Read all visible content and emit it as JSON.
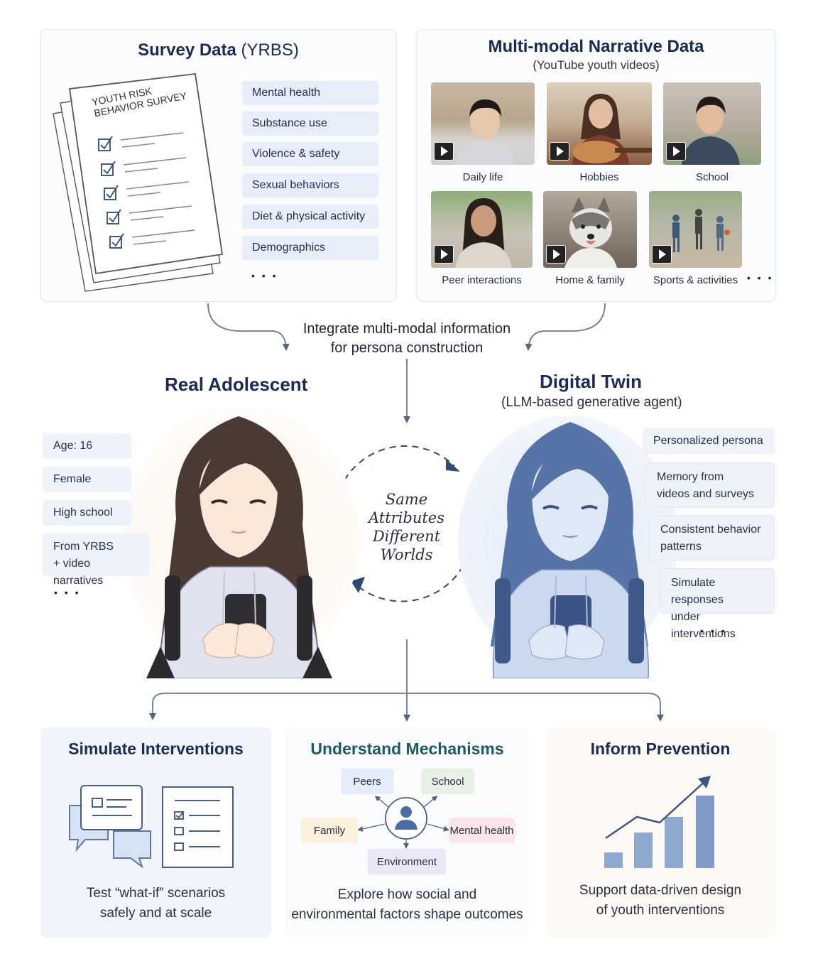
{
  "survey": {
    "title": "Survey Data",
    "title_suffix": "(YRBS)",
    "paper_heading_line1": "YOUTH RISK",
    "paper_heading_line2": "BEHAVIOR SURVEY",
    "items": [
      "Mental health",
      "Substance use",
      "Violence & safety",
      "Sexual behaviors",
      "Diet & physical activity",
      "Demographics"
    ],
    "more": "• • •"
  },
  "narrative": {
    "title": "Multi-modal Narrative Data",
    "subtitle": "(YouTube youth videos)",
    "videos": [
      "Daily life",
      "Hobbies",
      "School",
      "Peer interactions",
      "Home & family",
      "Sports & activities"
    ],
    "more": "• • •"
  },
  "integrate": {
    "line1": "Integrate multi-modal information",
    "line2": "for persona construction"
  },
  "real": {
    "title": "Real Adolescent",
    "attrs": [
      "Age: 16",
      "Female",
      "High school"
    ],
    "source_line1": "From YRBS",
    "source_line2": "+ video narratives",
    "more": "• • •"
  },
  "center": {
    "line1": "Same",
    "line2": "Attributes",
    "line3": "Different",
    "line4": "Worlds"
  },
  "twin": {
    "title": "Digital Twin",
    "subtitle": "(LLM-based generative agent)",
    "item1": "Personalized persona",
    "item2_line1": "Memory from",
    "item2_line2": "videos and surveys",
    "item3_line1": "Consistent behavior",
    "item3_line2": "patterns",
    "item4_line1": "Simulate responses",
    "item4_line2": "under interventions",
    "more": "• • •"
  },
  "outcomes": {
    "simulate": {
      "title": "Simulate Interventions",
      "line1": "Test “what-if” scenarios",
      "line2": "safely and at scale"
    },
    "understand": {
      "title": "Understand Mechanisms",
      "nodes": {
        "peers": "Peers",
        "school": "School",
        "family": "Family",
        "mental": "Mental health",
        "environment": "Environment"
      },
      "line1": "Explore how social and",
      "line2": "environmental factors shape outcomes"
    },
    "inform": {
      "title": "Inform Prevention",
      "line1": "Support data-driven design",
      "line2": "of youth interventions"
    }
  },
  "colors": {
    "navy": "#1c2a55",
    "teal": "#1f5a63",
    "pill": "#e7eefa",
    "arrow": "#56657d",
    "bar": "#8fa8cf"
  }
}
